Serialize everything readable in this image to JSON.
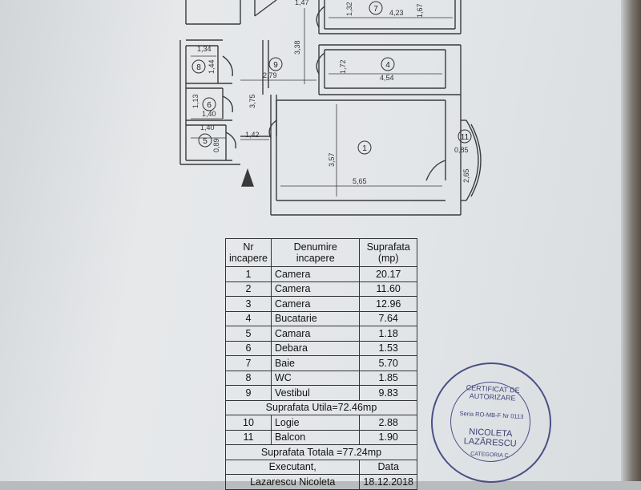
{
  "plan": {
    "dims": [
      "1,47",
      "3,38",
      "1,32",
      "4,23",
      "1,67",
      "1,34",
      "1,44",
      "2,79",
      "1,72",
      "4,54",
      "1,13",
      "1,40",
      "3,75",
      "1,40",
      "0,89",
      "1,42",
      "3,57",
      "5,65",
      "0,85",
      "2,65"
    ],
    "room_labels": [
      "7",
      "8",
      "9",
      "4",
      "6",
      "5",
      "1",
      "11"
    ]
  },
  "table": {
    "headers": [
      "Nr incapere",
      "Denumire incapere",
      "Suprafata (mp)"
    ],
    "rows": [
      {
        "nr": "1",
        "name": "Camera",
        "area": "20.17"
      },
      {
        "nr": "2",
        "name": "Camera",
        "area": "11.60"
      },
      {
        "nr": "3",
        "name": "Camera",
        "area": "12.96"
      },
      {
        "nr": "4",
        "name": "Bucatarie",
        "area": "7.64"
      },
      {
        "nr": "5",
        "name": "Camara",
        "area": "1.18"
      },
      {
        "nr": "6",
        "name": "Debara",
        "area": "1.53"
      },
      {
        "nr": "7",
        "name": "Baie",
        "area": "5.70"
      },
      {
        "nr": "8",
        "name": "WC",
        "area": "1.85"
      },
      {
        "nr": "9",
        "name": "Vestibul",
        "area": "9.83"
      }
    ],
    "utila": "Suprafata Utila=72.46mp",
    "extra_rows": [
      {
        "nr": "10",
        "name": "Logie",
        "area": "2.88"
      },
      {
        "nr": "11",
        "name": "Balcon",
        "area": "1.90"
      }
    ],
    "totala": "Suprafata Totala =77.24mp",
    "executant_label": "Executant,",
    "data_label": "Data",
    "executant_name": "Lazarescu Nicoleta",
    "date": "18.12.2018"
  },
  "stamp": {
    "title": "CERTIFICAT DE AUTORIZARE",
    "series": "Seria RO-MB-F Nr 0113",
    "name": "NICOLETA LAZĂRESCU",
    "category": "CATEGORIA C"
  }
}
